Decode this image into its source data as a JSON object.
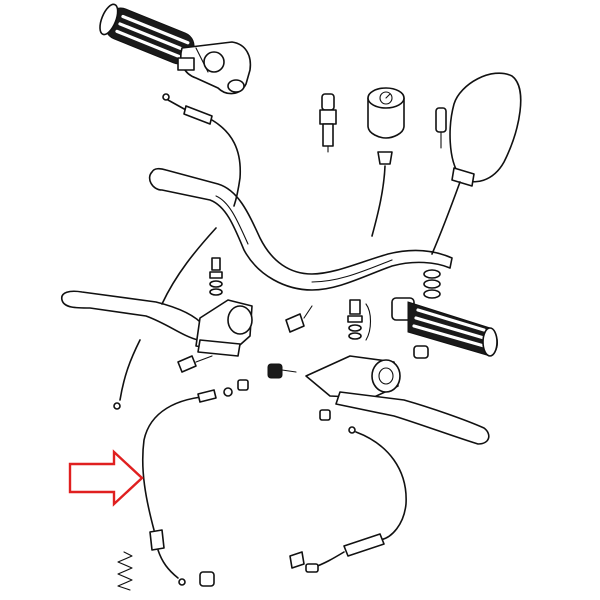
{
  "diagram": {
    "type": "exploded-parts-view",
    "colors": {
      "line": "#111111",
      "background": "#ffffff",
      "grip_fill": "#1a1a1a",
      "highlight_arrow": "#e02020"
    },
    "highlight": {
      "shape": "arrow",
      "points_at": "throttle-cable"
    }
  }
}
